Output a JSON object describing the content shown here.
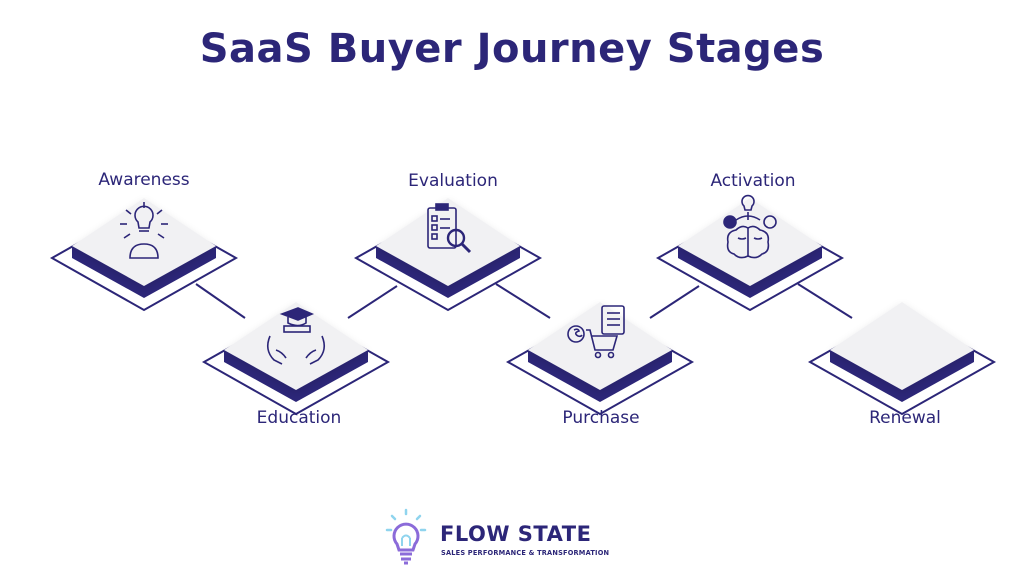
{
  "title": "SaaS Buyer Journey Stages",
  "colors": {
    "primary": "#2c2678",
    "tile_top": "#f1f1f3",
    "accent_bulb": "#8fd4ee"
  },
  "stages": [
    {
      "label": "Awareness",
      "icon": "lightbulb-person-icon"
    },
    {
      "label": "Education",
      "icon": "graduation-hands-icon"
    },
    {
      "label": "Evaluation",
      "icon": "clipboard-magnifier-icon"
    },
    {
      "label": "Purchase",
      "icon": "cart-dollar-icon"
    },
    {
      "label": "Activation",
      "icon": "brain-gear-icon"
    },
    {
      "label": "Renewal",
      "icon": ""
    }
  ],
  "brand": {
    "name": "FLOW STATE",
    "tagline": "SALES PERFORMANCE & TRANSFORMATION",
    "icon": "lightbulb-logo-icon"
  }
}
